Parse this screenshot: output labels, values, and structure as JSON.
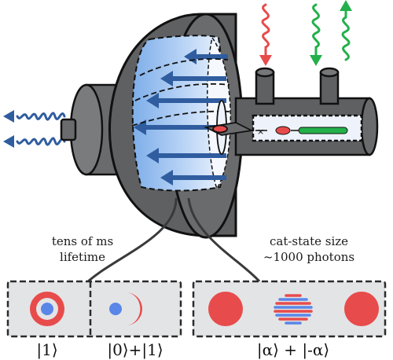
{
  "labels": {
    "lifetime_line1": "tens of ms",
    "lifetime_line2": "lifetime",
    "catsize_line1": "cat-state size",
    "catsize_line2": "~1000 photons"
  },
  "kets": {
    "k1": "|1⟩",
    "k01": "|0⟩+|1⟩",
    "kcat": "|α⟩ + |-α⟩"
  },
  "colors": {
    "cavity_grey": "#5f6062",
    "cavity_dark": "#4a4b4d",
    "field_blue": "#2f5d9f",
    "interior_light": "#d9e8fb",
    "red": "#e84b4b",
    "green": "#23b04b",
    "wigner_blue": "#5a86e8",
    "panel_fill": "#e3e4e6"
  }
}
